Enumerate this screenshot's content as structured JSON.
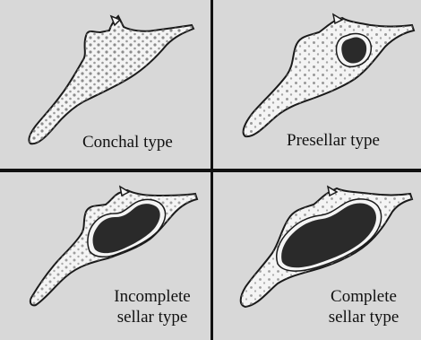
{
  "panels": [
    {
      "label": "Conchal type"
    },
    {
      "label": "Presellar type"
    },
    {
      "label_line1": "Incomplete",
      "label_line2": "sellar type"
    },
    {
      "label_line1": "Complete",
      "label_line2": "sellar type"
    }
  ],
  "colors": {
    "background": "#d8d8d8",
    "bone_fill": "#f4f4f4",
    "outline": "#1a1a1a",
    "air_cavity": "#2a2a2a",
    "trabecula_dots": "#7a7a7a",
    "divider": "#111111"
  }
}
